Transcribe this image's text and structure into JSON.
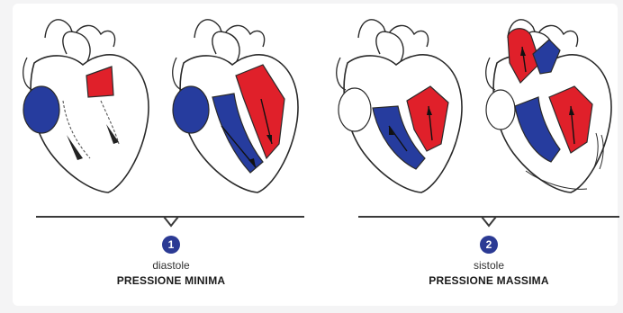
{
  "stages": [
    {
      "number": "1",
      "phase": "diastole",
      "pressure": "PRESSIONE MINIMA"
    },
    {
      "number": "2",
      "phase": "sistole",
      "pressure": "PRESSIONE MASSIMA"
    }
  ],
  "colors": {
    "oxygenated": "#e0202a",
    "deoxygenated": "#263c9e",
    "badge": "#2b3a94",
    "outline": "#2a2a2a"
  }
}
